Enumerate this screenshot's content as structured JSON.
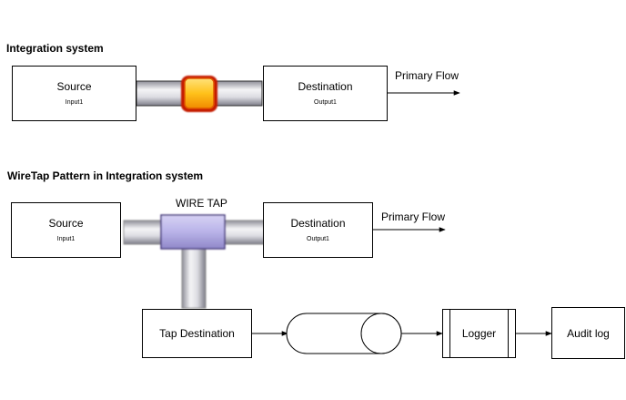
{
  "section1": {
    "title": "Integration system",
    "source": {
      "label": "Source",
      "sub": "Input1"
    },
    "destination": {
      "label": "Destination",
      "sub": "Output1"
    },
    "flow_label": "Primary Flow"
  },
  "section2": {
    "title": "WireTap Pattern in Integration system",
    "wiretap_label": "WIRE TAP",
    "source": {
      "label": "Source",
      "sub": "Input1"
    },
    "destination": {
      "label": "Destination",
      "sub": "Output1"
    },
    "flow_label": "Primary Flow",
    "tap_destination": "Tap Destination",
    "logger": "Logger",
    "audit_log": "Audit log"
  },
  "colors": {
    "pipe_light": "#f2f2f4",
    "pipe_dark": "#9a9aa4",
    "valve_orange": "#f5a000",
    "valve_red": "#cc2200",
    "tap_purple": "#b8b2e6",
    "tap_border": "#5a4c90"
  }
}
